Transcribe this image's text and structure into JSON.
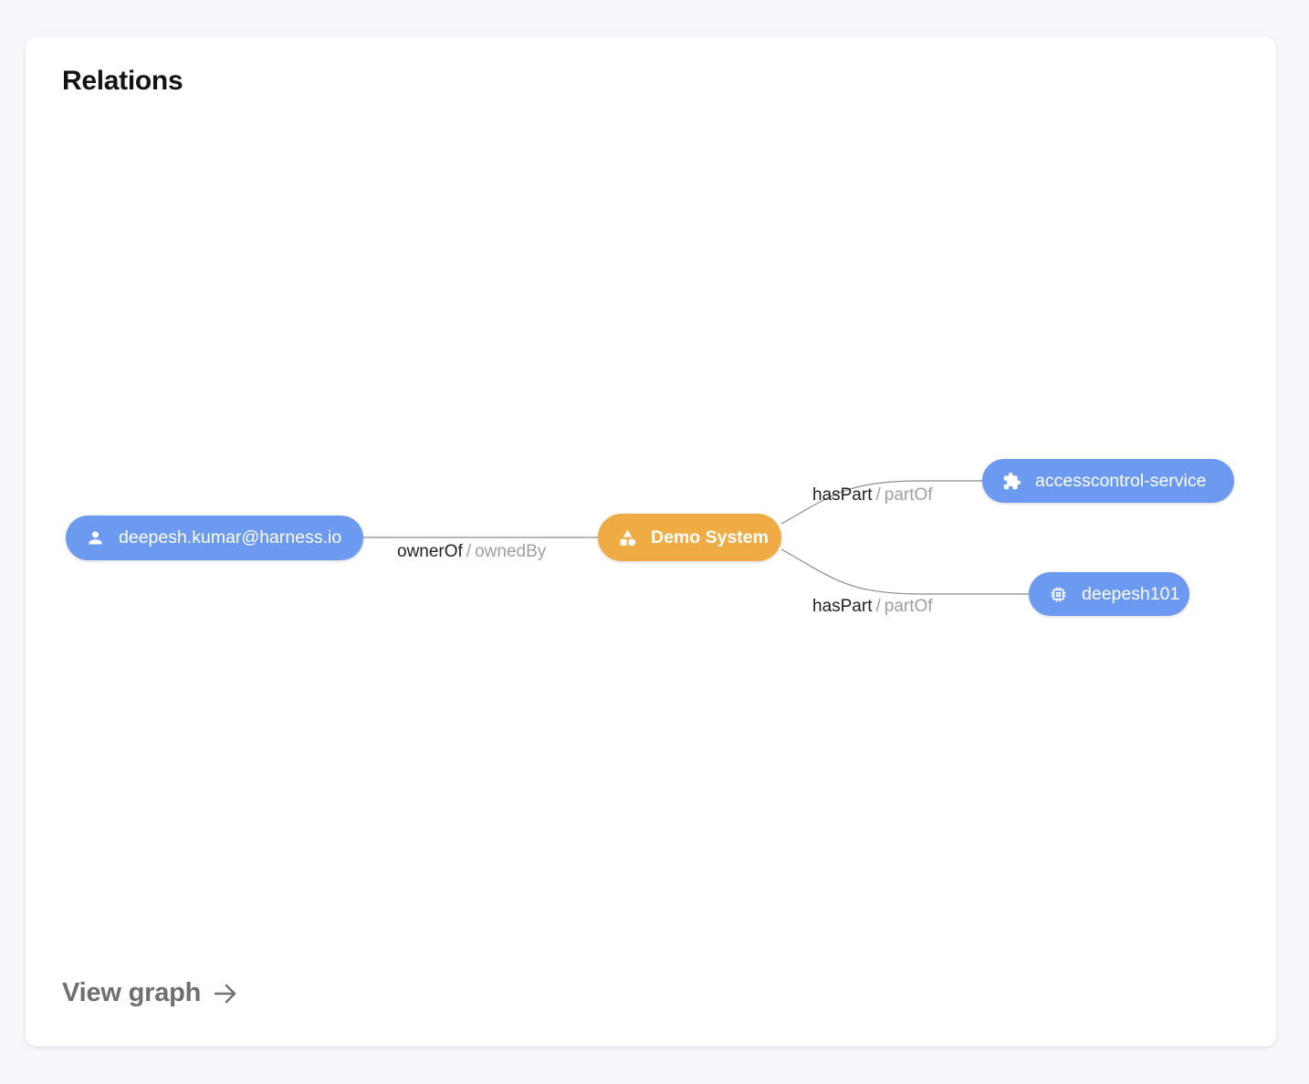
{
  "card": {
    "title": "Relations",
    "footer_link_label": "View graph"
  },
  "colors": {
    "page_background": "#f6f8fc",
    "card_background": "#ffffff",
    "node_blue": "#6b9af0",
    "node_orange": "#f0ac44",
    "edge_line": "#8c8c8c",
    "edge_label_primary": "#1f1f1f",
    "edge_label_secondary": "#9aa0a6",
    "title_text": "#131317",
    "footer_text": "#6e6e73"
  },
  "nodes": [
    {
      "id": "user",
      "label": "deepesh.kumar@harness.io",
      "icon": "person-icon",
      "color": "blue"
    },
    {
      "id": "system",
      "label": "Demo System",
      "icon": "category-icon",
      "color": "orange"
    },
    {
      "id": "service",
      "label": "accesscontrol-service",
      "icon": "extension-icon",
      "color": "blue"
    },
    {
      "id": "component",
      "label": "deepesh101",
      "icon": "memory-icon",
      "color": "blue"
    }
  ],
  "edges": [
    {
      "from": "user",
      "to": "system",
      "label_primary": "ownerOf",
      "label_separator": "/",
      "label_secondary": "ownedBy"
    },
    {
      "from": "system",
      "to": "service",
      "label_primary": "hasPart",
      "label_separator": "/",
      "label_secondary": "partOf"
    },
    {
      "from": "system",
      "to": "component",
      "label_primary": "hasPart",
      "label_separator": "/",
      "label_secondary": "partOf"
    }
  ]
}
